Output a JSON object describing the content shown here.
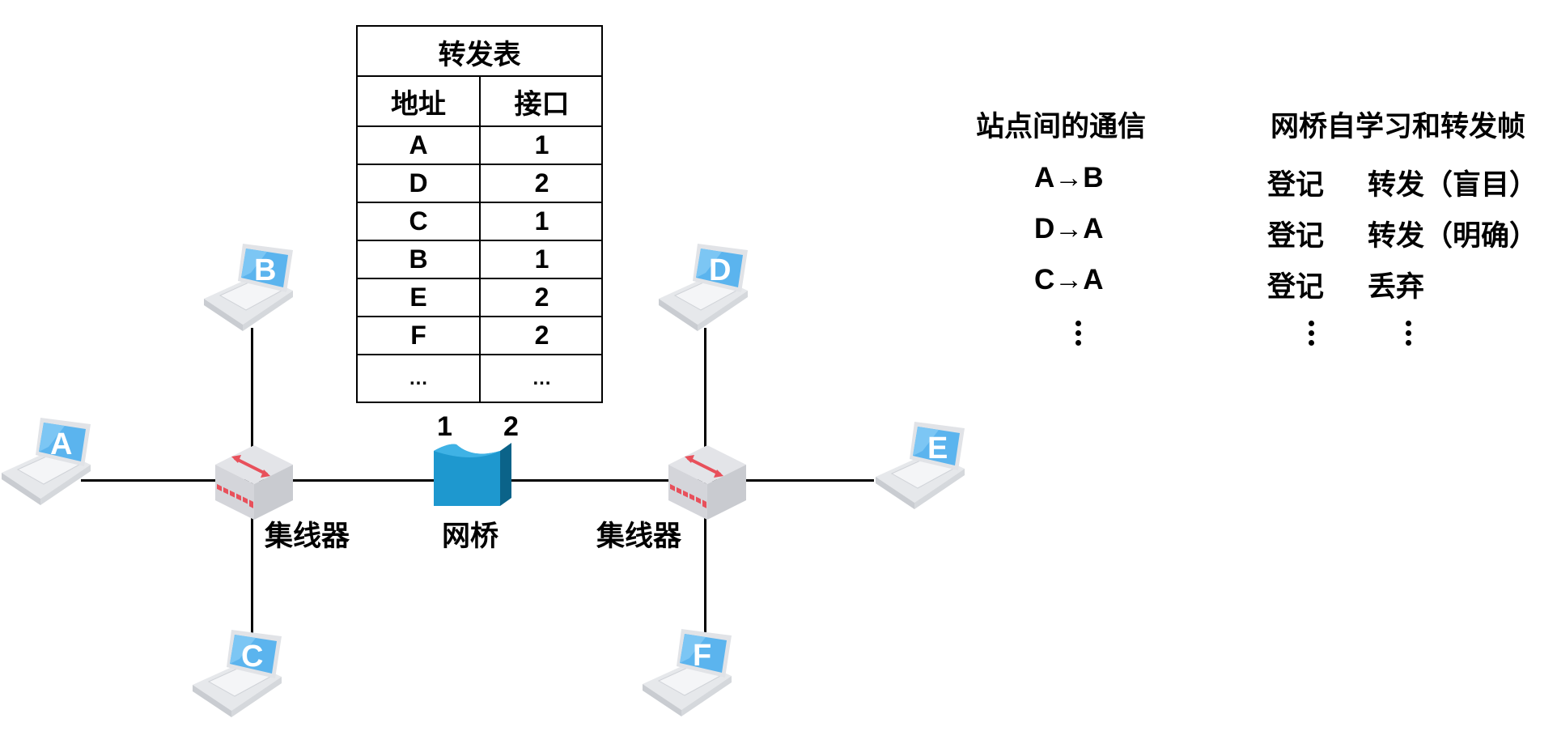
{
  "forwarding_table": {
    "title": "转发表",
    "headers": [
      "地址",
      "接口"
    ],
    "rows": [
      {
        "address": "A",
        "port": "1"
      },
      {
        "address": "D",
        "port": "2"
      },
      {
        "address": "C",
        "port": "1"
      },
      {
        "address": "B",
        "port": "1"
      },
      {
        "address": "E",
        "port": "2"
      },
      {
        "address": "F",
        "port": "2"
      },
      {
        "address": "…",
        "port": "…"
      }
    ]
  },
  "network": {
    "bridge_label": "网桥",
    "bridge_ports": [
      "1",
      "2"
    ],
    "hub_left_label": "集线器",
    "hub_right_label": "集线器",
    "stations": {
      "A": "A",
      "B": "B",
      "C": "C",
      "D": "D",
      "E": "E",
      "F": "F"
    },
    "colors": {
      "bridge_front": "#1E98CF",
      "bridge_side": "#0B6389",
      "bridge_top": "#3FB2E5",
      "hub_body": "#E1E2E6",
      "hub_accent": "#E8505B",
      "screen": "#5BB4EE",
      "laptop_body": "#E6E8EB"
    }
  },
  "explanation": {
    "left_header": "站点间的通信",
    "right_header": "网桥自学习和转发帧",
    "rows": [
      {
        "communication": "A→B",
        "learn": "登记",
        "action": "转发（盲目）"
      },
      {
        "communication": "D→A",
        "learn": "登记",
        "action": "转发（明确）"
      },
      {
        "communication": "C→A",
        "learn": "登记",
        "action": "丢弃"
      }
    ]
  }
}
